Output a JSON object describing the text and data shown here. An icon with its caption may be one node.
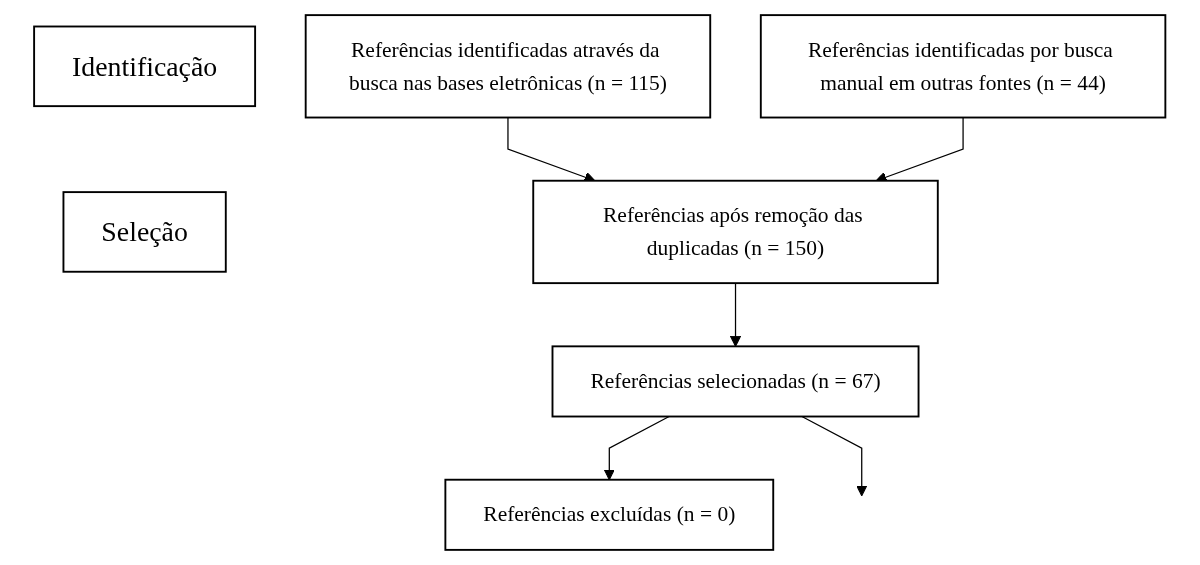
{
  "diagram": {
    "nodes": [
      {
        "text": [
          "Identificação"
        ]
      },
      {
        "text": [
          "Referências identificadas através da busca nas bases eletrônicas (n = 115)"
        ]
      },
      {
        "text": [
          "Referências identificadas por busca manual em outras fontes (n = 44)"
        ]
      },
      {
        "text": [
          "Seleção"
        ]
      },
      {
        "text": [
          "Referências após remoção das duplicadas (n = 150)"
        ]
      },
      {
        "text": [
          "Referências selecionadas (n = 67)"
        ]
      },
      {
        "text": [
          "Referências excluídas (n = 0)"
        ]
      }
    ],
    "edges": [
      {
        "from": 1,
        "to": 4,
        "arrow": "to"
      },
      {
        "from": 2,
        "to": 4,
        "arrow": "to"
      },
      {
        "from": 4,
        "to": 5,
        "arrow": "to"
      },
      {
        "from": 5,
        "to": 6,
        "arrow": "to"
      },
      {
        "from": 5,
        "to": null,
        "arrow": "to"
      }
    ]
  }
}
